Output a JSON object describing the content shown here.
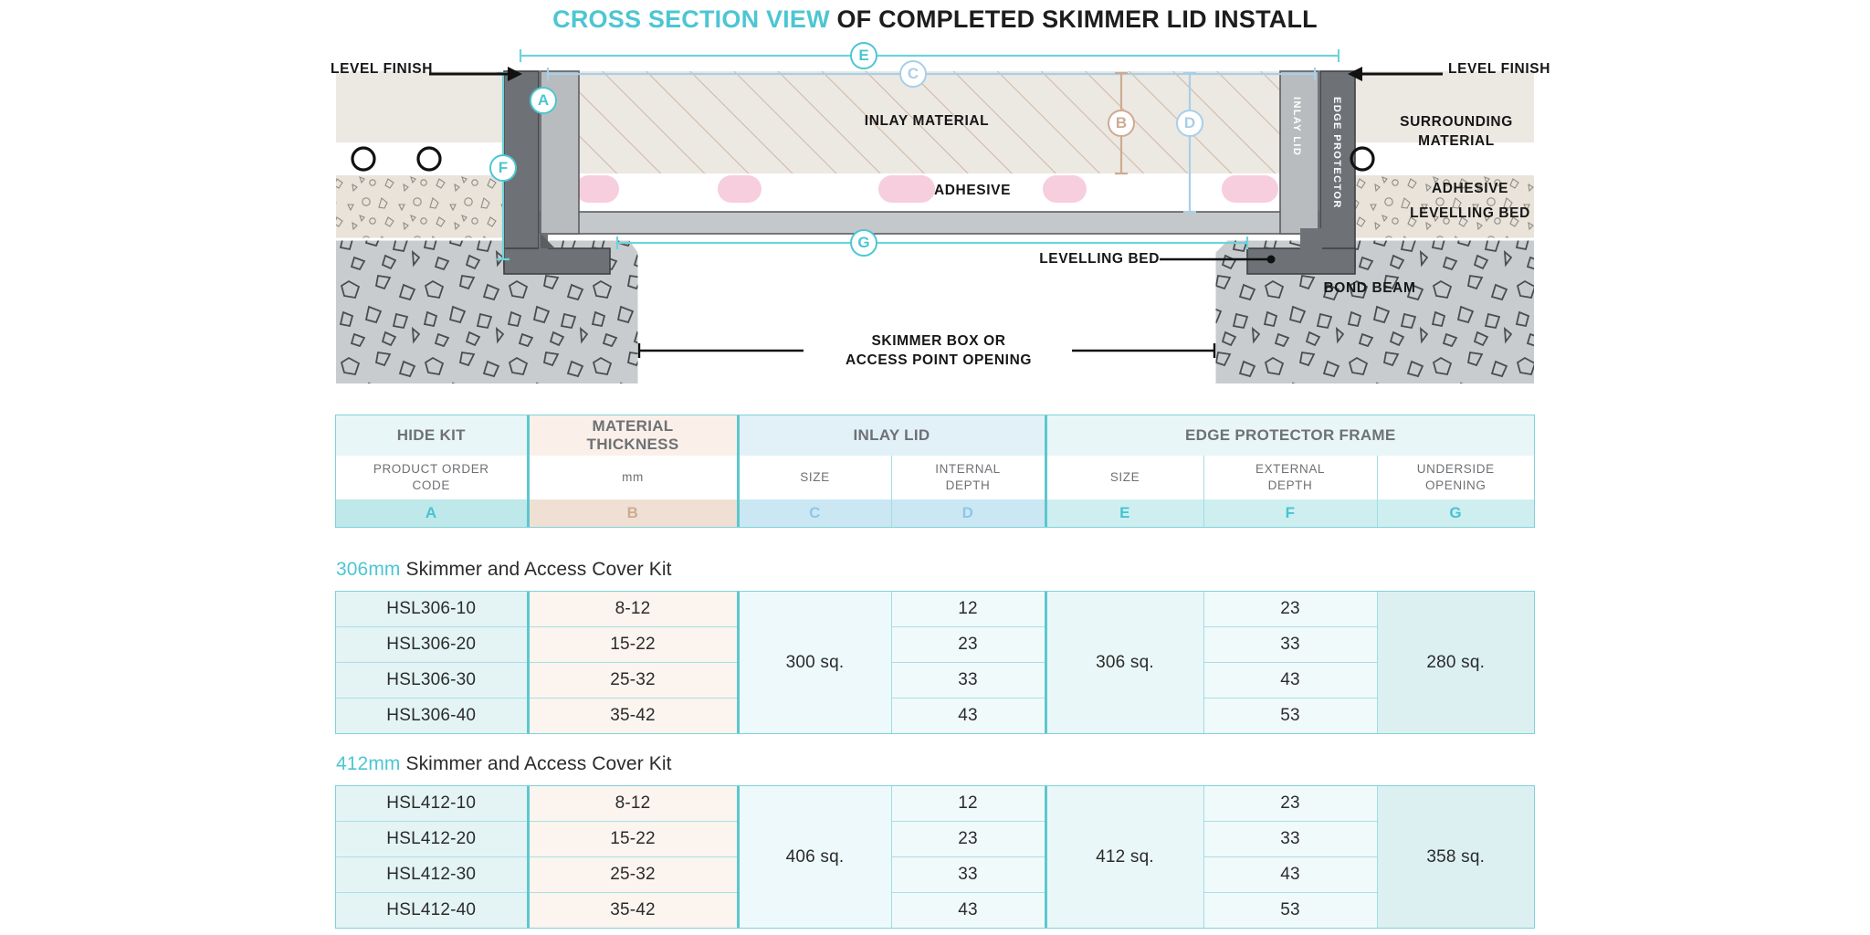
{
  "title": {
    "accent": "CROSS SECTION VIEW",
    "rest": "OF COMPLETED SKIMMER LID INSTALL"
  },
  "diagram": {
    "labels": {
      "level_finish_left": "LEVEL FINISH",
      "level_finish_right": "LEVEL FINISH",
      "inlay_material": "INLAY MATERIAL",
      "surrounding_material": "SURROUNDING\nMATERIAL",
      "adhesive_center": "ADHESIVE",
      "adhesive_right": "ADHESIVE",
      "levelling_bed_right": "LEVELLING BED",
      "levelling_bed_callout": "LEVELLING BED",
      "bond_beam": "BOND BEAM",
      "skimmer_box": "SKIMMER BOX OR\nACCESS POINT OPENING",
      "inlay_lid_vertical": "INLAY LID",
      "edge_protector_vertical": "EDGE PROTECTOR"
    },
    "callouts": [
      {
        "key": "A",
        "color": "teal"
      },
      {
        "key": "B",
        "color": "tan"
      },
      {
        "key": "C",
        "color": "blue"
      },
      {
        "key": "D",
        "color": "blue"
      },
      {
        "key": "E",
        "color": "teal"
      },
      {
        "key": "F",
        "color": "teal"
      },
      {
        "key": "G",
        "color": "teal"
      }
    ]
  },
  "table_header": {
    "groups": [
      {
        "label": "HIDE KIT"
      },
      {
        "label": "MATERIAL\nTHICKNESS"
      },
      {
        "label": "INLAY LID"
      },
      {
        "label": "EDGE PROTECTOR FRAME"
      }
    ],
    "sub": [
      {
        "label": "PRODUCT ORDER\nCODE"
      },
      {
        "label": "mm"
      },
      {
        "label": "SIZE"
      },
      {
        "label": "INTERNAL\nDEPTH"
      },
      {
        "label": "SIZE"
      },
      {
        "label": "EXTERNAL\nDEPTH"
      },
      {
        "label": "UNDERSIDE\nOPENING"
      }
    ],
    "keys": [
      "A",
      "B",
      "C",
      "D",
      "E",
      "F",
      "G"
    ]
  },
  "sections": [
    {
      "caption_accent": "306mm",
      "caption_rest": " Skimmer and Access Cover Kit",
      "inlay_size": "300 sq.",
      "frame_size": "306 sq.",
      "underside_opening": "280 sq.",
      "rows": [
        {
          "code": "HSL306-10",
          "mm": "8-12",
          "internal_depth": "12",
          "external_depth": "23"
        },
        {
          "code": "HSL306-20",
          "mm": "15-22",
          "internal_depth": "23",
          "external_depth": "33"
        },
        {
          "code": "HSL306-30",
          "mm": "25-32",
          "internal_depth": "33",
          "external_depth": "43"
        },
        {
          "code": "HSL306-40",
          "mm": "35-42",
          "internal_depth": "43",
          "external_depth": "53"
        }
      ]
    },
    {
      "caption_accent": "412mm",
      "caption_rest": " Skimmer and Access Cover Kit",
      "inlay_size": "406 sq.",
      "frame_size": "412 sq.",
      "underside_opening": "358 sq.",
      "rows": [
        {
          "code": "HSL412-10",
          "mm": "8-12",
          "internal_depth": "12",
          "external_depth": "23"
        },
        {
          "code": "HSL412-20",
          "mm": "15-22",
          "internal_depth": "23",
          "external_depth": "33"
        },
        {
          "code": "HSL412-30",
          "mm": "25-32",
          "internal_depth": "33",
          "external_depth": "43"
        },
        {
          "code": "HSL412-40",
          "mm": "35-42",
          "internal_depth": "43",
          "external_depth": "53"
        }
      ]
    }
  ],
  "colors": {
    "teal": "#4cc6d2",
    "teal_border": "#5cc7cf",
    "blue": "#a8cfe8",
    "tan": "#cdab93",
    "pink_adhesive": "#f7cede",
    "concrete_grey": "#c9ccce",
    "metal_dark": "#6e7276",
    "metal_light": "#b9bcbe",
    "inlay_fill": "#ece8e2",
    "levelling_fill": "#e9e3da"
  }
}
